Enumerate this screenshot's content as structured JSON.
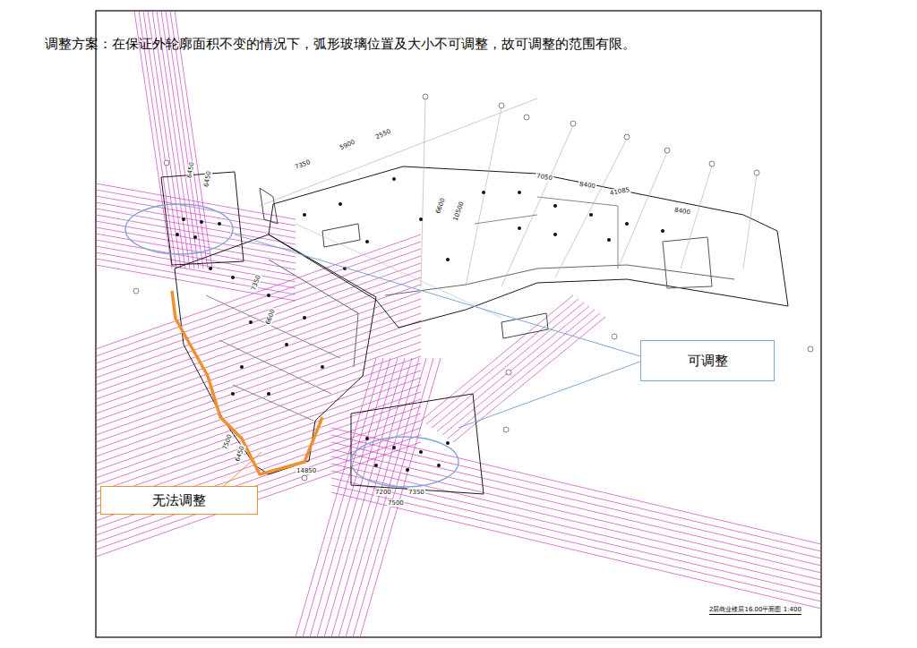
{
  "diagram": {
    "title": "调整方案：在保证外轮廓面积不变的情况下，弧形玻璃位置及大小不可调整，故可调整的范围有限。",
    "caption": "2层商业楼层16.00平面图 1:400",
    "nodes": [
      {
        "text": [
          "可调整"
        ]
      },
      {
        "text": [
          "无法调整"
        ]
      }
    ],
    "labels": [
      "41085",
      "8400",
      "8400",
      "7050",
      "6600",
      "7350",
      "5900",
      "2550",
      "6450",
      "6450",
      "7350",
      "6600",
      "7500",
      "6450",
      "14850",
      "7200",
      "7350",
      "7500",
      "10500"
    ]
  }
}
